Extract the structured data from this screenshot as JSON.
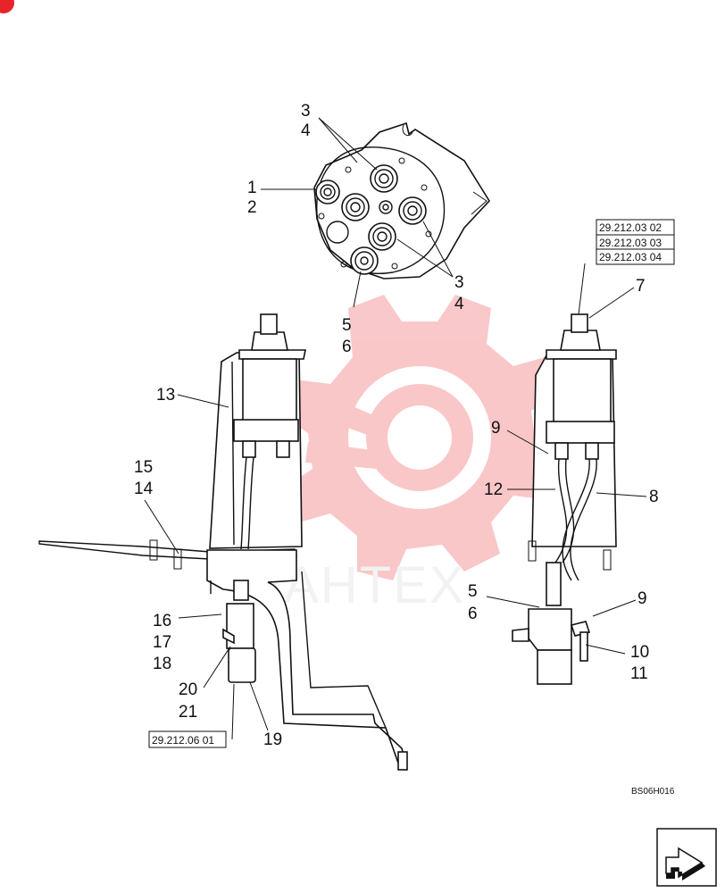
{
  "diagram": {
    "drawing_code": "BS06H016",
    "watermark_text": "IAHTEX",
    "brand_color": "#e8232a",
    "callouts": {
      "c_3_4_top": [
        "3",
        "4"
      ],
      "c_1_2": [
        "1",
        "2"
      ],
      "c_3_4_right": [
        "3",
        "4"
      ],
      "c_5_6_top": [
        "5",
        "6"
      ],
      "c_7": "7",
      "c_13": "13",
      "c_9_upper": "9",
      "c_12": "12",
      "c_8": "8",
      "c_15_14": [
        "15",
        "14"
      ],
      "c_5_6_right": [
        "5",
        "6"
      ],
      "c_9_lower": "9",
      "c_10_11": [
        "10",
        "11"
      ],
      "c_16_17_18": [
        "16",
        "17",
        "18"
      ],
      "c_20_21": [
        "20",
        "21"
      ],
      "c_19": "19"
    },
    "references": {
      "upper_right": [
        "29.212.03 02",
        "29.212.03 03",
        "29.212.03 04"
      ],
      "lower_left": "29.212.06 01"
    },
    "nav_icon": "next-page-arrow-icon"
  }
}
